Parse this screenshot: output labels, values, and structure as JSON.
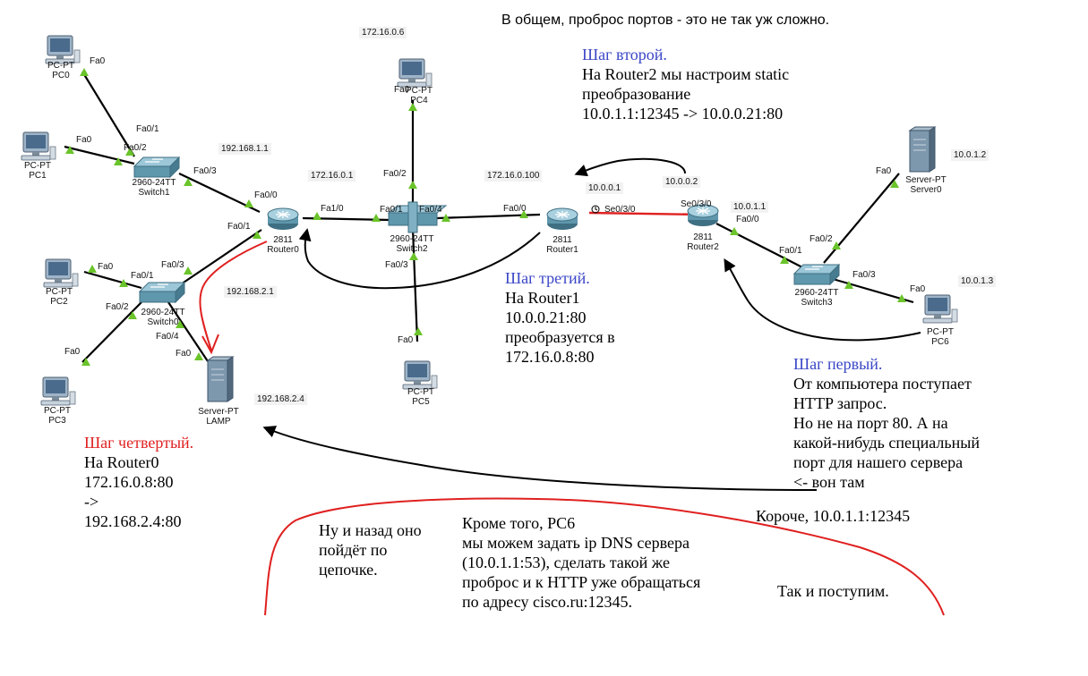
{
  "colors": {
    "step_heading": "#3a46c6",
    "step4_heading": "#e02020",
    "ip_label_bg": "#f2f2f2",
    "link": "#000000",
    "serial_link": "#e02020",
    "port_marker": "#6ac42a"
  },
  "top_note": "В общем, проброс портов - это не так уж сложно.",
  "devices": {
    "pc0": {
      "model": "PC-PT",
      "name": "PC0"
    },
    "pc1": {
      "model": "PC-PT",
      "name": "PC1"
    },
    "pc2": {
      "model": "PC-PT",
      "name": "PC2"
    },
    "pc3": {
      "model": "PC-PT",
      "name": "PC3"
    },
    "pc4": {
      "model": "PC-PT",
      "name": "PC4"
    },
    "pc5": {
      "model": "PC-PT",
      "name": "PC5"
    },
    "pc6": {
      "model": "PC-PT",
      "name": "PC6"
    },
    "lamp": {
      "model": "Server-PT",
      "name": "LAMP"
    },
    "server0": {
      "model": "Server-PT",
      "name": "Server0"
    },
    "switch0": {
      "model": "2960-24TT",
      "name": "Switch0"
    },
    "switch1": {
      "model": "2960-24TT",
      "name": "Switch1"
    },
    "switch2": {
      "model": "2960-24TT",
      "name": "Switch2"
    },
    "switch3": {
      "model": "2960-24TT",
      "name": "Switch3"
    },
    "router0": {
      "model": "2811",
      "name": "Router0"
    },
    "router1": {
      "model": "2811",
      "name": "Router1"
    },
    "router2": {
      "model": "2811",
      "name": "Router2"
    }
  },
  "ports": {
    "pc0_fa0": "Fa0",
    "sw1_fa0_1": "Fa0/1",
    "pc1_fa0": "Fa0",
    "sw1_fa0_2": "Fa0/2",
    "sw1_fa0_3": "Fa0/3",
    "r0_fa0_0": "Fa0/0",
    "r0_fa0_1": "Fa0/1",
    "r0_fa1_0": "Fa1/0",
    "sw0_fa0_3": "Fa0/3",
    "pc2_fa0": "Fa0",
    "sw0_fa0_1": "Fa0/1",
    "pc3_fa0": "Fa0",
    "sw0_fa0_2": "Fa0/2",
    "sw0_fa0_4": "Fa0/4",
    "lamp_fa0": "Fa0",
    "sw2_fa0_1": "Fa0/1",
    "sw2_fa0_4": "Fa0/4",
    "sw2_fa0_2": "Fa0/2",
    "sw2_fa0_3": "Fa0/3",
    "pc4_fa0": "Fa0",
    "pc5_fa0": "Fa0",
    "r1_fa0_0": "Fa0/0",
    "r1_se0_3_0": "Se0/3/0",
    "r2_se0_3_0": "Se0/3/0",
    "r2_fa0_0": "Fa0/0",
    "sw3_fa0_1": "Fa0/1",
    "sw3_fa0_2": "Fa0/2",
    "sw3_fa0_3": "Fa0/3",
    "server0_fa0": "Fa0",
    "pc6_fa0": "Fa0"
  },
  "ips": {
    "pc4": "172.16.0.6",
    "r0_fa0_0": "192.168.1.1",
    "r0_fa1_0": "172.16.0.1",
    "r1_fa0_0": "172.16.0.100",
    "r1_serial": "10.0.0.1",
    "r2_serial": "10.0.0.2",
    "r2_fa0_0": "10.0.1.1",
    "server0": "10.0.1.2",
    "pc6": "10.0.1.3",
    "r0_fa0_1": "192.168.2.1",
    "lamp": "192.168.2.4"
  },
  "notes": {
    "step2": {
      "heading": "Шаг второй.",
      "lines": [
        "На Router2 мы настроим static",
        "преобразование",
        "10.0.1.1:12345 -> 10.0.0.21:80"
      ]
    },
    "step3": {
      "heading": "Шаг третий.",
      "lines": [
        "На Router1",
        "10.0.0.21:80",
        "преобразуется в",
        "172.16.0.8:80"
      ]
    },
    "step1": {
      "heading": "Шаг первый.",
      "lines": [
        "От компьютера поступает",
        "HTTP запрос.",
        "Но не на порт 80. А на",
        "какой-нибудь специальный",
        "порт для нашего сервера",
        "<- вон там"
      ]
    },
    "step4": {
      "heading": "Шаг четвертый.",
      "lines": [
        "На Router0",
        "172.16.0.8:80",
        "->",
        "192.168.2.4:80"
      ]
    },
    "shorter": "Короче, 10.0.1.1:12345",
    "back": {
      "lines": [
        "Ну и назад оно",
        "пойдёт по",
        "цепочке."
      ]
    },
    "dns": {
      "lines": [
        "Кроме того, PC6",
        "мы можем задать ip DNS сервера",
        "(10.0.1.1:53), сделать такой же",
        "проброс и к HTTP уже обращаться",
        "по адресу cisco.ru:12345."
      ]
    },
    "sowill": "Так и поступим."
  }
}
